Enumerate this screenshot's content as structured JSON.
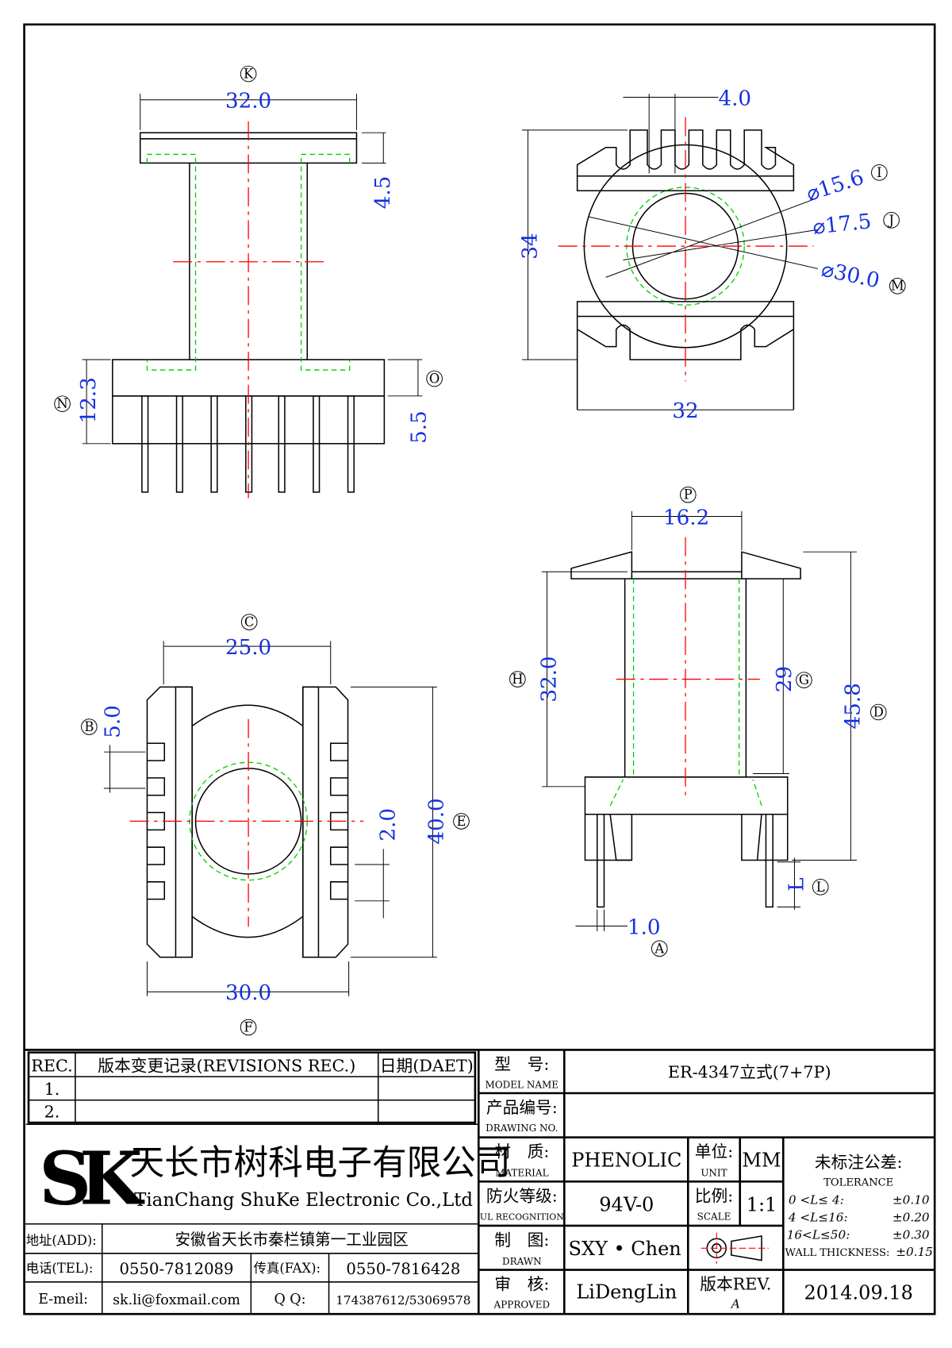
{
  "views": {
    "top_left": {
      "width_dim": "32.0",
      "width_tag": "K",
      "flange_dim": "4.5",
      "base_dim": "12.3",
      "base_tag": "N",
      "pin_dim": "5.5",
      "pin_tag": "O"
    },
    "top_right": {
      "slot_dim": "4.0",
      "height_dim": "34",
      "width_dim": "32",
      "d1": "⌀15.6",
      "d1_tag": "I",
      "d2": "⌀17.5",
      "d2_tag": "J",
      "d3": "⌀30.0",
      "d3_tag": "M"
    },
    "bottom_left": {
      "width_dim": "25.0",
      "width_tag": "C",
      "slot_dim": "5.0",
      "slot_tag": "B",
      "pin_dim": "2.0",
      "height_dim": "40.0",
      "height_tag": "E",
      "base_dim": "30.0",
      "base_tag": "F"
    },
    "bottom_right": {
      "top_dim": "16.2",
      "top_tag": "P",
      "h_dim": "32.0",
      "h_tag": "H",
      "g_dim": "29",
      "g_tag": "G",
      "d_dim": "45.8",
      "d_tag": "D",
      "l_dim": "L",
      "l_tag": "L",
      "pin_dim": "1.0",
      "pin_tag": "A"
    }
  },
  "revisions": {
    "col_rec": "REC.",
    "col_desc": "版本变更记录(REVISIONS REC.)",
    "col_date": "日期(DAET)",
    "rows": [
      "1.",
      "2."
    ]
  },
  "company": {
    "logo": "SK",
    "name_cn": "天长市树科电子有限公司",
    "name_en": "TianChang ShuKe Electronic Co.,Ltd"
  },
  "contact": {
    "addr_label": "地址(ADD):",
    "addr": "安徽省天长市秦栏镇第一工业园区",
    "tel_label": "电话(TEL):",
    "tel": "0550-7812089",
    "fax_label": "传真(FAX):",
    "fax": "0550-7816428",
    "email_label": "E-meil:",
    "email": "sk.li@foxmail.com",
    "qq_label": "Q Q:",
    "qq": "174387612/53069578"
  },
  "title_block": {
    "model_label": "型　号:",
    "model_sub": "MODEL NAME",
    "model": "ER-4347立式(7+7P)",
    "drawing_label": "产品编号:",
    "drawing_sub": "DRAWING NO.",
    "material_label": "材　质:",
    "material_sub": "MATERIAL",
    "material": "PHENOLIC",
    "unit_label": "单位:",
    "unit_sub": "UNIT",
    "unit": "MM",
    "ul_label": "防火等级:",
    "ul_sub": "UL RECOGNITION",
    "ul": "94V-0",
    "scale_label": "比例:",
    "scale_sub": "SCALE",
    "scale": "1:1",
    "drawn_label": "制　图:",
    "drawn_sub": "DRAWN",
    "drawn": "SXY • Chen",
    "approved_label": "审　核:",
    "approved_sub": "APPROVED",
    "approved": "LiDengLin",
    "rev_label": "版本REV.",
    "rev": "A",
    "date": "2014.09.18",
    "tol_title": "未标注公差:",
    "tol_sub": "TOLERANCE",
    "tolerances": [
      {
        "range": "0 <L≤ 4:",
        "value": "±0.10"
      },
      {
        "range": "4 <L≤16:",
        "value": "±0.20"
      },
      {
        "range": "16<L≤50:",
        "value": "±0.30"
      },
      {
        "range": "WALL THICKNESS:",
        "value": "±0.15"
      }
    ]
  }
}
